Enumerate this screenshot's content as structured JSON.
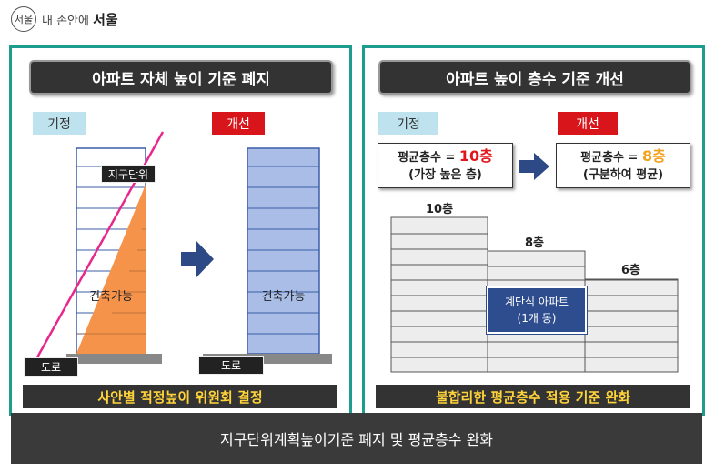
{
  "brand": {
    "logo_mark": "서울",
    "slogan_small": "내 손안에",
    "slogan_big": "서울"
  },
  "left_panel": {
    "title": "아파트 자체 높이 기준 폐지",
    "tag_old": "기정",
    "tag_new": "개선",
    "label_district": "지구단위",
    "label_buildable_old": "건축가능",
    "label_buildable_new": "건축가능",
    "road_old": "도로",
    "road_new": "도로",
    "footer": "사안별 적정높이 위원회 결정"
  },
  "right_panel": {
    "title": "아파트 높이 층수 기준 개선",
    "tag_old": "기정",
    "tag_new": "개선",
    "old_box": {
      "prefix": "평균층수 = ",
      "value": "10층",
      "note": "(가장 높은 층)"
    },
    "new_box": {
      "prefix": "평균층수 = ",
      "value": "8층",
      "note": "(구분하여 평균)"
    },
    "floor_labels": [
      "10층",
      "8층",
      "6층"
    ],
    "building_label_line1": "계단식 아파트",
    "building_label_line2": "(1개 동)",
    "footer": "불합리한 평균층수 적용 기준 완화"
  },
  "caption": "지구단위계획높이기준 폐지 및 평균층수 완화",
  "colors": {
    "frame": "#1e9c8e",
    "buildable": "#f6934a",
    "tower": "#a9bde6",
    "accent_red": "#e2151b",
    "accent_yellow": "#f2a11a",
    "footer_text": "#ffd33a"
  }
}
